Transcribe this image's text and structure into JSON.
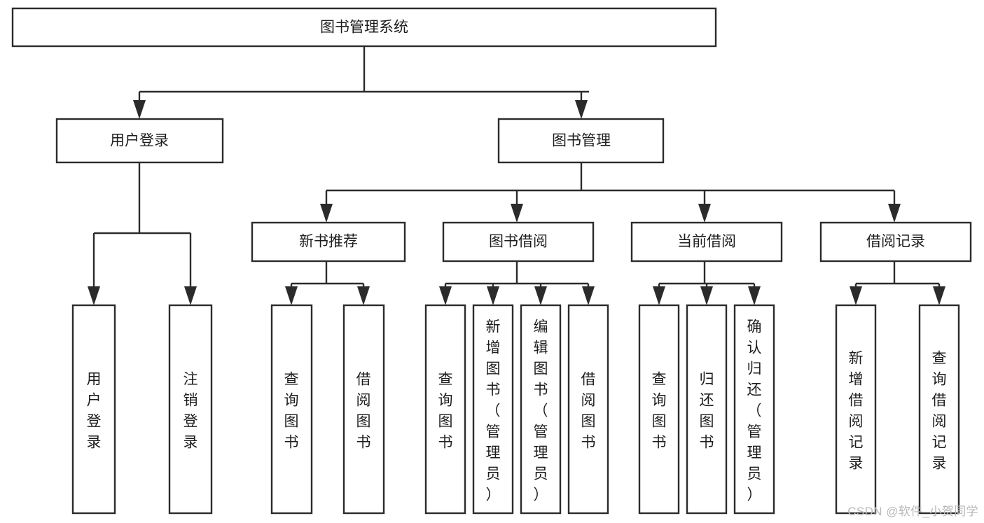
{
  "diagram": {
    "type": "tree",
    "title": "图书管理系统",
    "watermark": "CSDN @软件_小贺同学",
    "colors": {
      "box_stroke": "#2b2b2b",
      "box_fill": "#ffffff",
      "text": "#1d1d1d",
      "watermark": "#b9b9b9",
      "background": "#ffffff"
    },
    "levels": {
      "root": "图书管理系统",
      "level2": [
        "用户登录",
        "图书管理"
      ],
      "level3": [
        "新书推荐",
        "图书借阅",
        "当前借阅",
        "借阅记录"
      ],
      "leaves": [
        "用户登录",
        "注销登录",
        "查询图书",
        "借阅图书",
        "查询图书",
        "新增图书（管理员）",
        "编辑图书（管理员）",
        "借阅图书",
        "查询图书",
        "归还图书",
        "确认归还（管理员）",
        "新增借阅记录",
        "查询借阅记录"
      ]
    },
    "nodes": {
      "root": {
        "label": "图书管理系统"
      },
      "user_login": {
        "label": "用户登录"
      },
      "book_manage": {
        "label": "图书管理"
      },
      "new_book_rec": {
        "label": "新书推荐"
      },
      "book_borrow": {
        "label": "图书借阅"
      },
      "current_borrow": {
        "label": "当前借阅"
      },
      "borrow_record": {
        "label": "借阅记录"
      },
      "leaf_user_login": {
        "label": "用户登录"
      },
      "leaf_logout": {
        "label": "注销登录"
      },
      "leaf_query_book_1": {
        "label": "查询图书"
      },
      "leaf_borrow_book_1": {
        "label": "借阅图书"
      },
      "leaf_query_book_2": {
        "label": "查询图书"
      },
      "leaf_add_book": {
        "label": "新增图书（管理员）"
      },
      "leaf_edit_book": {
        "label": "编辑图书（管理员）"
      },
      "leaf_borrow_book_2": {
        "label": "借阅图书"
      },
      "leaf_query_book_3": {
        "label": "查询图书"
      },
      "leaf_return_book": {
        "label": "归还图书"
      },
      "leaf_confirm_return": {
        "label": "确认归还（管理员）"
      },
      "leaf_add_record": {
        "label": "新增借阅记录"
      },
      "leaf_query_record": {
        "label": "查询借阅记录"
      }
    },
    "edges": [
      {
        "from": "root",
        "to": "user_login"
      },
      {
        "from": "root",
        "to": "book_manage"
      },
      {
        "from": "user_login",
        "to": "leaf_user_login"
      },
      {
        "from": "user_login",
        "to": "leaf_logout"
      },
      {
        "from": "book_manage",
        "to": "new_book_rec"
      },
      {
        "from": "book_manage",
        "to": "book_borrow"
      },
      {
        "from": "book_manage",
        "to": "current_borrow"
      },
      {
        "from": "book_manage",
        "to": "borrow_record"
      },
      {
        "from": "new_book_rec",
        "to": "leaf_query_book_1"
      },
      {
        "from": "new_book_rec",
        "to": "leaf_borrow_book_1"
      },
      {
        "from": "book_borrow",
        "to": "leaf_query_book_2"
      },
      {
        "from": "book_borrow",
        "to": "leaf_add_book"
      },
      {
        "from": "book_borrow",
        "to": "leaf_edit_book"
      },
      {
        "from": "book_borrow",
        "to": "leaf_borrow_book_2"
      },
      {
        "from": "current_borrow",
        "to": "leaf_query_book_3"
      },
      {
        "from": "current_borrow",
        "to": "leaf_return_book"
      },
      {
        "from": "current_borrow",
        "to": "leaf_confirm_return"
      },
      {
        "from": "borrow_record",
        "to": "leaf_add_record"
      },
      {
        "from": "borrow_record",
        "to": "leaf_query_record"
      }
    ]
  }
}
